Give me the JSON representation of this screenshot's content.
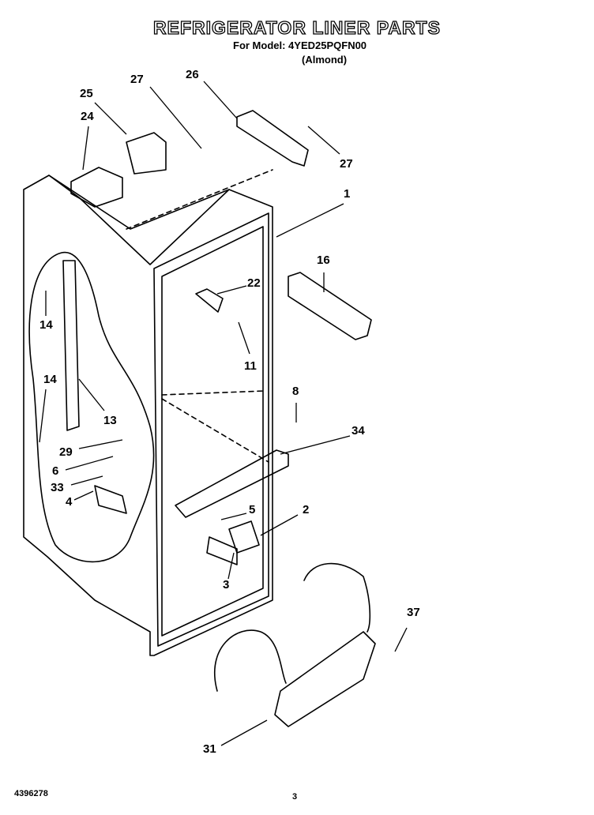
{
  "header": {
    "title": "REFRIGERATOR LINER PARTS",
    "model_line": "For Model: 4YED25PQFN00",
    "color_line": "(Almond)"
  },
  "callouts": {
    "c27a": "27",
    "c26": "26",
    "c25": "25",
    "c24": "24",
    "c27b": "27",
    "c1": "1",
    "c16": "16",
    "c22": "22",
    "c11": "11",
    "c14a": "14",
    "c14b": "14",
    "c13": "13",
    "c8": "8",
    "c34": "34",
    "c29": "29",
    "c6": "6",
    "c33": "33",
    "c4": "4",
    "c5": "5",
    "c2": "2",
    "c3": "3",
    "c37": "37",
    "c31": "31"
  },
  "footer": {
    "doc_number": "4396278",
    "page_number": "3"
  }
}
